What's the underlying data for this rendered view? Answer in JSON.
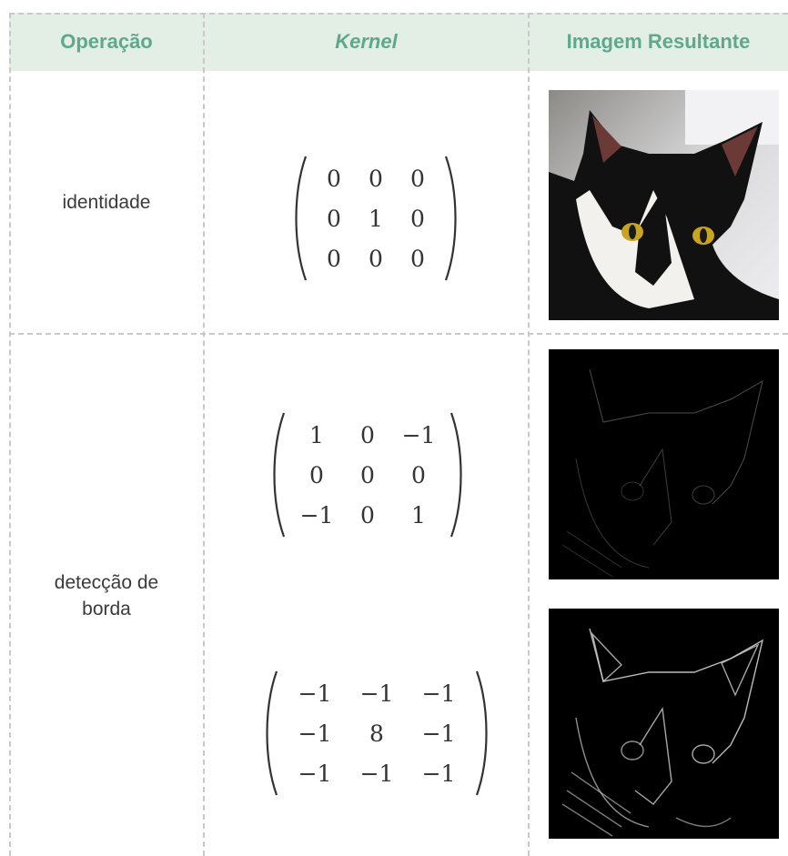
{
  "table": {
    "headers": {
      "operation": "Operação",
      "kernel": "Kernel",
      "result": "Imagem Resultante"
    },
    "rows": [
      {
        "operation": "identidade",
        "kernels": [
          {
            "matrix": [
              [
                "0",
                "0",
                "0"
              ],
              [
                "0",
                "1",
                "0"
              ],
              [
                "0",
                "0",
                "0"
              ]
            ]
          }
        ],
        "result_images": [
          "cat-photo-original"
        ]
      },
      {
        "operation": "detecção de borda",
        "operation_lines": [
          "detecção de",
          "borda"
        ],
        "kernels": [
          {
            "matrix": [
              [
                "1",
                "0",
                "−1"
              ],
              [
                "0",
                "0",
                "0"
              ],
              [
                "−1",
                "0",
                "1"
              ]
            ]
          },
          {
            "matrix": [
              [
                "−1",
                "−1",
                "−1"
              ],
              [
                "−1",
                "8",
                "−1"
              ],
              [
                "−1",
                "−1",
                "−1"
              ]
            ]
          }
        ],
        "result_images": [
          "cat-edge-detection-faint",
          "cat-edge-detection-strong"
        ]
      }
    ]
  },
  "colors": {
    "header_bg": "#e3efe4",
    "header_text": "#5ea88f",
    "grid_line": "#c9c9c9",
    "body_text": "#3a3a3a"
  }
}
